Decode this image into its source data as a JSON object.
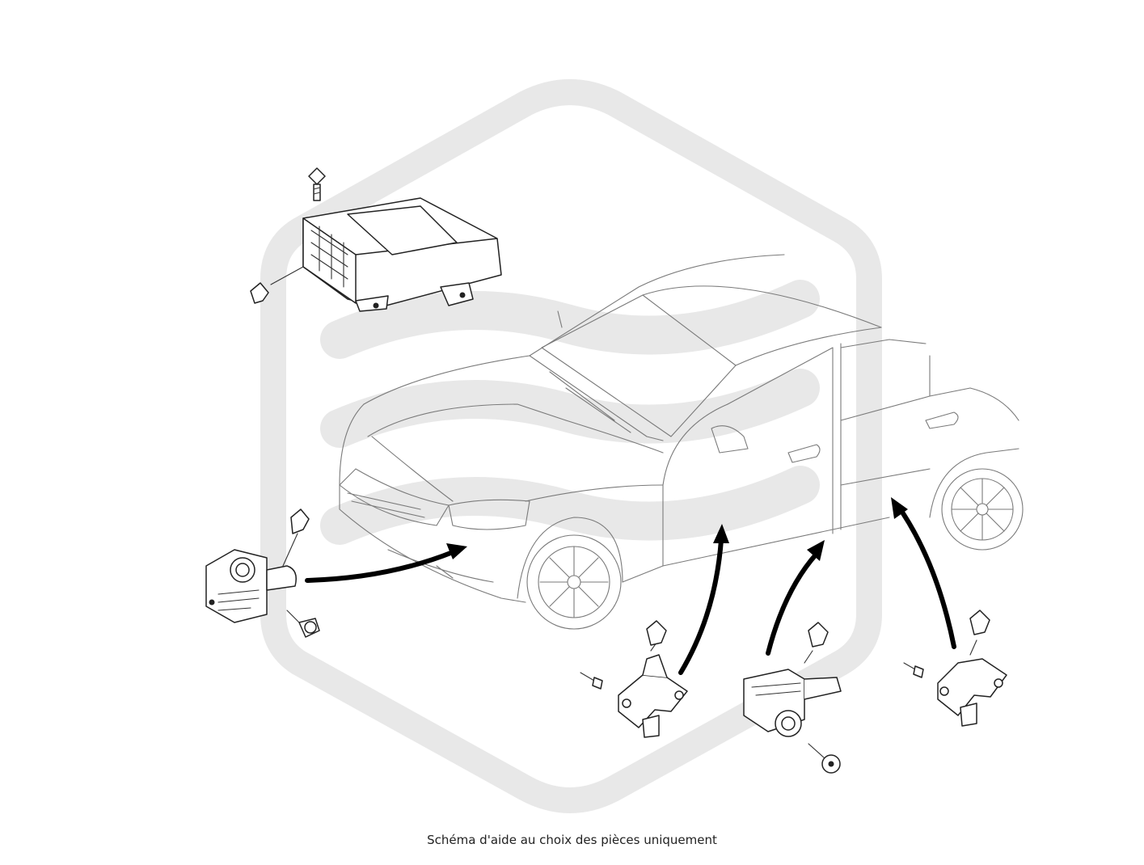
{
  "caption": "Schéma d'aide au choix des pièces uniquement",
  "colors": {
    "watermark": "#e8e8e8",
    "ink": "#222222",
    "car_outline": "#7a7a7a",
    "arrow": "#000000"
  },
  "parts": [
    {
      "name": "airbag-control-unit"
    },
    {
      "name": "front-impact-sensor"
    },
    {
      "name": "side-impact-sensor-front-door"
    },
    {
      "name": "side-impact-sensor-b-pillar"
    },
    {
      "name": "side-impact-sensor-rear"
    }
  ]
}
